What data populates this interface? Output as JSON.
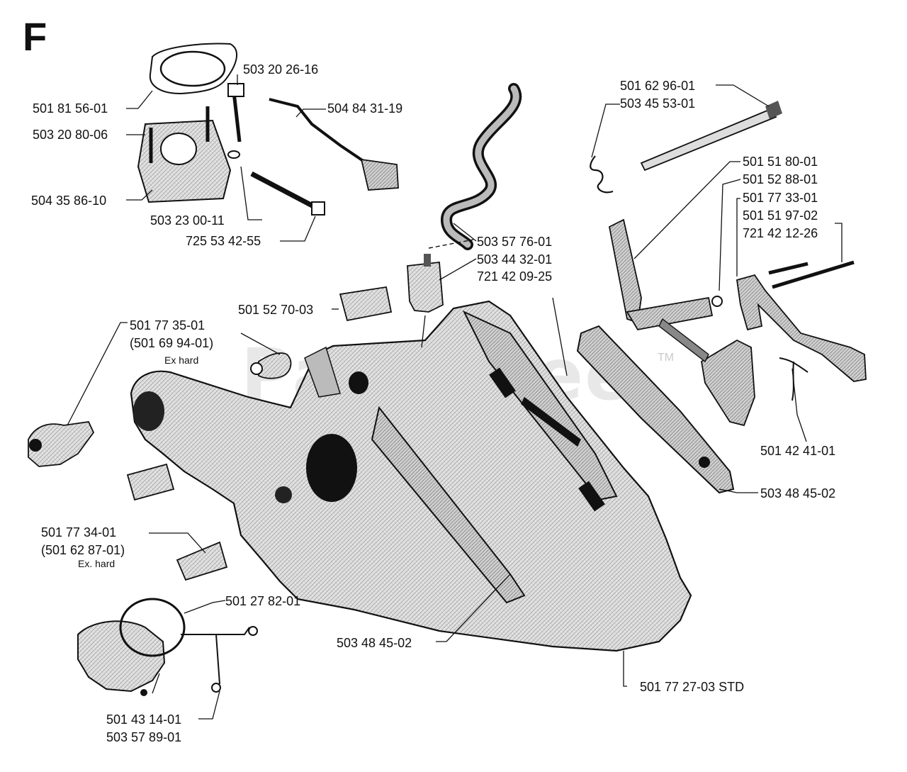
{
  "section_letter": "F",
  "watermark": "PartsTree",
  "watermark_tm": "TM",
  "labels": {
    "p_5018156": "501 81 56-01",
    "p_5032026": "503 20 26-16",
    "p_5032080": "503 20 80-06",
    "p_5048431": "504 84 31-19",
    "p_5043586": "504 35 86-10",
    "p_5032300": "503 23 00-11",
    "p_7255342": "725 53 42-55",
    "p_5035776": "503 57 76-01",
    "p_5034432": "503 44 32-01",
    "p_7214209": "721 42 09-25",
    "p_5015270": "501 52 70-03",
    "p_5017735": "501 77 35-01",
    "p_5016994": "(501 69 94-01)",
    "ex_hard_1": "Ex hard",
    "p_5016296": "501 62 96-01",
    "p_5034553": "503 45 53-01",
    "p_5015180": "501 51 80-01",
    "p_5015288": "501 52 88-01",
    "p_5017733": "501 77 33-01",
    "p_5015197": "501 51 97-02",
    "p_7214212": "721 42 12-26",
    "p_5014241": "501 42 41-01",
    "p_5034845a": "503 48 45-02",
    "p_5017734": "501 77 34-01",
    "p_5016287": "(501 62 87-01)",
    "ex_hard_2": "Ex. hard",
    "p_5012782": "501 27 82-01",
    "p_5034845b": "503 48 45-02",
    "p_5017727": "501 77 27-03 STD",
    "p_5014314": "501 43 14-01",
    "p_5035789": "503 57 89-01"
  }
}
